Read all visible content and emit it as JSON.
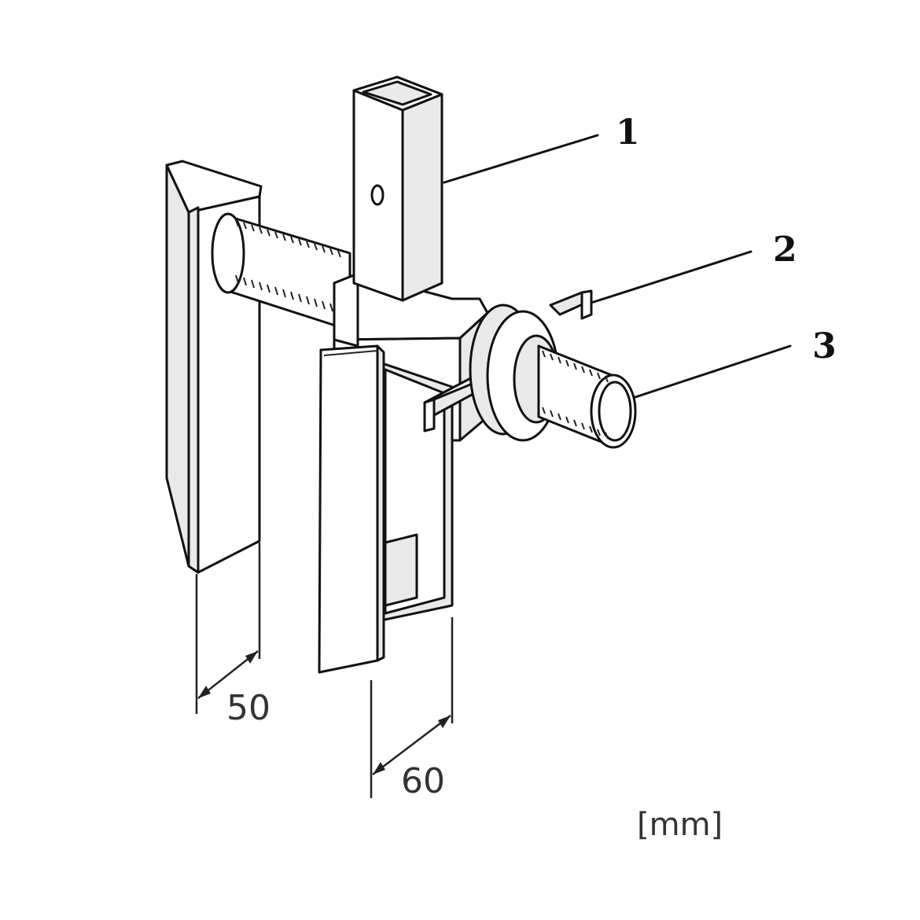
{
  "callouts": [
    {
      "id": "1",
      "label": "1"
    },
    {
      "id": "2",
      "label": "2"
    },
    {
      "id": "3",
      "label": "3"
    }
  ],
  "dimensions": {
    "left_width": "50",
    "right_width": "60"
  },
  "unit": "[mm]"
}
